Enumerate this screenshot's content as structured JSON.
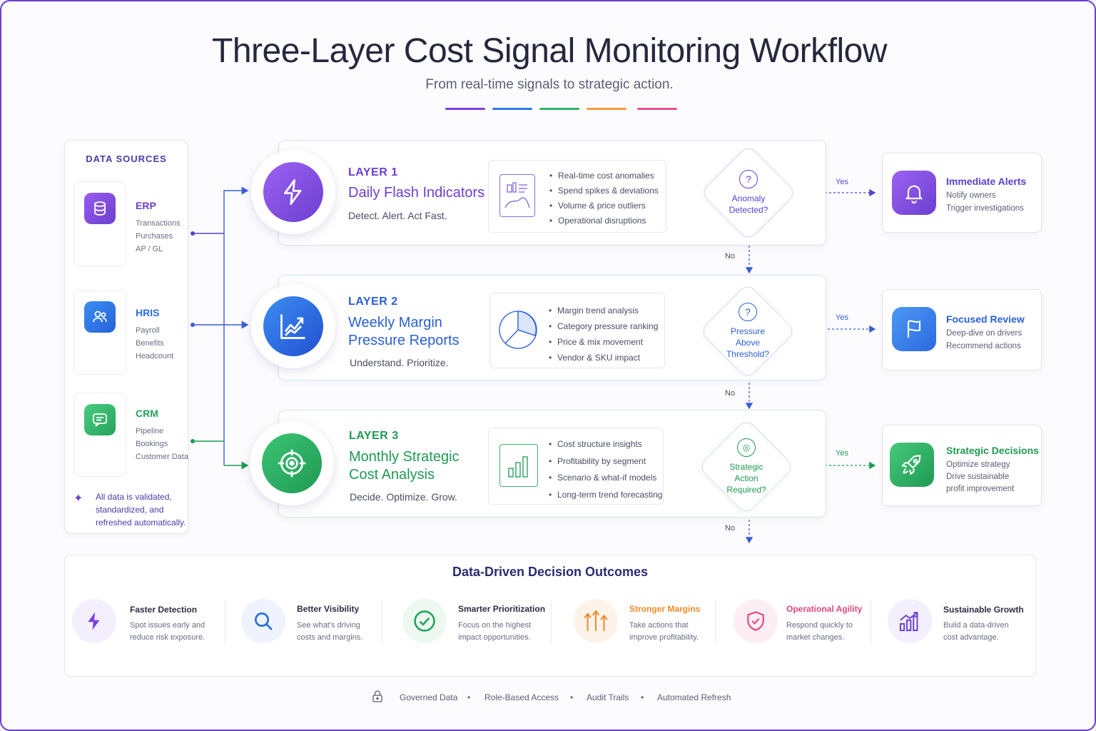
{
  "title": "Three-Layer Cost Signal Monitoring Workflow",
  "subtitle": "From real-time signals to strategic action.",
  "accent_colors": [
    "#7b3fe0",
    "#2f7ae5",
    "#2fb36a",
    "#f39a36",
    "#e94f8f"
  ],
  "data_sources": {
    "title": "DATA SOURCES",
    "sources": [
      {
        "name": "ERP",
        "items": [
          "Transactions",
          "Purchases",
          "AP / GL"
        ],
        "icon": "database-icon",
        "color": "#7b3fe0"
      },
      {
        "name": "HRIS",
        "items": [
          "Payroll",
          "Benefits",
          "Headcount"
        ],
        "icon": "users-icon",
        "color": "#2f7ae5"
      },
      {
        "name": "CRM",
        "items": [
          "Pipeline",
          "Bookings",
          "Customer Data"
        ],
        "icon": "chat-icon",
        "color": "#2fb36a"
      }
    ],
    "note": "All data is validated, standardized, and refreshed automatically."
  },
  "layers": [
    {
      "label": "LAYER 1",
      "name_lines": [
        "Daily Flash Indicators"
      ],
      "tagline": "Detect. Alert. Act Fast.",
      "color": "#6b3fd0",
      "icon": "lightning-icon",
      "bullets": [
        "Real-time cost anomalies",
        "Spend spikes & deviations",
        "Volume & price outliers",
        "Operational disruptions"
      ],
      "decision_lines": [
        "Anomaly",
        "Detected?"
      ],
      "yes_label": "Yes",
      "no_label": "No",
      "outcome": {
        "title": "Immediate Alerts",
        "items": [
          "Notify owners",
          "Trigger investigations"
        ],
        "icon": "bell-icon"
      }
    },
    {
      "label": "LAYER 2",
      "name_lines": [
        "Weekly Margin",
        "Pressure Reports"
      ],
      "tagline": "Understand. Prioritize.",
      "color": "#2a6fe0",
      "icon": "trend-chart-icon",
      "bullets": [
        "Margin trend analysis",
        "Category pressure ranking",
        "Price & mix movement",
        "Vendor & SKU impact"
      ],
      "decision_lines": [
        "Pressure",
        "Above",
        "Threshold?"
      ],
      "yes_label": "Yes",
      "no_label": "No",
      "outcome": {
        "title": "Focused Review",
        "items": [
          "Deep-dive on drivers",
          "Recommend actions"
        ],
        "icon": "flag-icon"
      }
    },
    {
      "label": "LAYER 3",
      "name_lines": [
        "Monthly Strategic",
        "Cost Analysis"
      ],
      "tagline": "Decide. Optimize. Grow.",
      "color": "#22a35a",
      "icon": "target-icon",
      "bullets": [
        "Cost structure insights",
        "Profitability by segment",
        "Scenario & what-if models",
        "Long-term trend forecasting"
      ],
      "decision_lines": [
        "Strategic",
        "Action",
        "Required?"
      ],
      "yes_label": "Yes",
      "no_label": "No",
      "outcome": {
        "title": "Strategic Decisions",
        "items": [
          "Optimize strategy",
          "Drive sustainable",
          "profit improvement"
        ],
        "icon": "rocket-icon"
      }
    }
  ],
  "outcomes_panel": {
    "title": "Data-Driven Decision Outcomes",
    "benefits": [
      {
        "title": "Faster Detection",
        "desc": [
          "Spot issues early and",
          "reduce risk exposure."
        ],
        "icon": "lightning-icon",
        "color": "#6b3fd0"
      },
      {
        "title": "Better Visibility",
        "desc": [
          "See what's driving",
          "costs and margins."
        ],
        "icon": "search-icon",
        "color": "#2a6fe0"
      },
      {
        "title": "Smarter Prioritization",
        "desc": [
          "Focus on the highest",
          "impact opportunities."
        ],
        "icon": "check-circle-icon",
        "color": "#22a35a"
      },
      {
        "title": "Stronger Margins",
        "desc": [
          "Take actions that",
          "improve profitability."
        ],
        "icon": "arrows-up-icon",
        "color": "#f08a2a"
      },
      {
        "title": "Operational Agility",
        "desc": [
          "Respond quickly to",
          "market changes."
        ],
        "icon": "shield-icon",
        "color": "#e2477f"
      },
      {
        "title": "Sustainable Growth",
        "desc": [
          "Build a data-driven",
          "cost advantage."
        ],
        "icon": "growth-chart-icon",
        "color": "#6b3fd0"
      }
    ]
  },
  "footer": {
    "icon": "lock-icon",
    "items": [
      "Governed Data",
      "Role-Based Access",
      "Audit Trails",
      "Automated Refresh"
    ]
  }
}
